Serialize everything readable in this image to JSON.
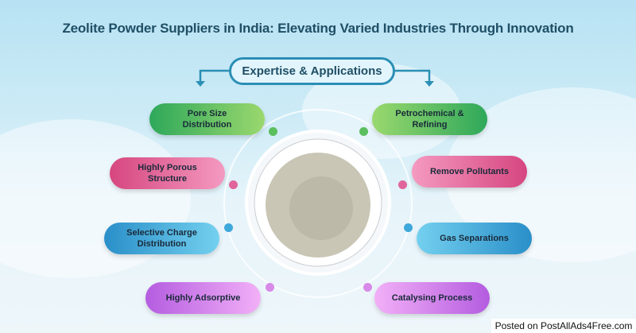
{
  "title": "Zeolite Powder Suppliers in India:  Elevating Varied Industries Through Innovation",
  "hub": "Expertise & Applications",
  "left_items": [
    {
      "label": "Pore Size\nDistribution",
      "color": "green"
    },
    {
      "label": "Highly Porous\nStructure",
      "color": "pink"
    },
    {
      "label": "Selective Charge\nDistribution",
      "color": "blue"
    },
    {
      "label": "Highly Adsorptive",
      "color": "purple"
    }
  ],
  "right_items": [
    {
      "label": "Petrochemical &\nRefining",
      "color": "green"
    },
    {
      "label": "Remove Pollutants",
      "color": "pink"
    },
    {
      "label": "Gas Separations",
      "color": "blue"
    },
    {
      "label": "Catalysing Process",
      "color": "purple"
    }
  ],
  "footer": "Posted on PostAllAds4Free.com"
}
